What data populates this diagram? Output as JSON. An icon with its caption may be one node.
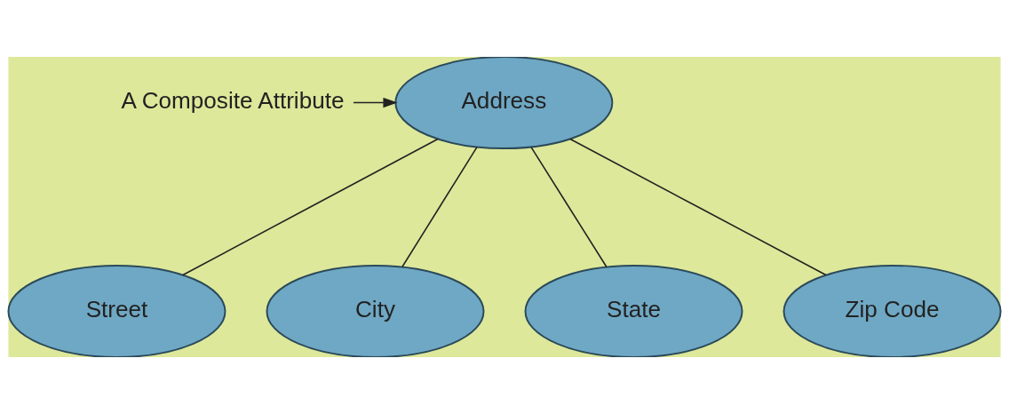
{
  "diagram": {
    "nodes": [
      {
        "text": [
          "Address"
        ]
      },
      {
        "text": [
          "Street"
        ]
      },
      {
        "text": [
          "City"
        ]
      },
      {
        "text": [
          "State"
        ]
      },
      {
        "text": [
          "Zip Code"
        ]
      },
      {
        "text": [
          "A Composite Attribute"
        ]
      }
    ],
    "edges": [
      {
        "from": 0,
        "to": 1,
        "arrow": "none"
      },
      {
        "from": 0,
        "to": 2,
        "arrow": "none"
      },
      {
        "from": 0,
        "to": 3,
        "arrow": "none"
      },
      {
        "from": 0,
        "to": 4,
        "arrow": "none"
      },
      {
        "from": 5,
        "to": 0,
        "arrow": "to"
      }
    ]
  }
}
